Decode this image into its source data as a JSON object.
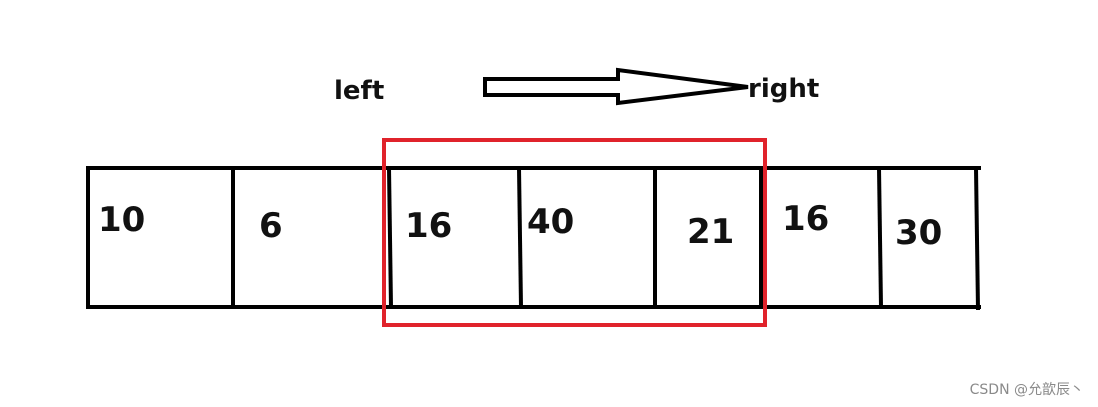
{
  "labels": {
    "left": "left",
    "right": "right"
  },
  "cells": [
    "10",
    "6",
    "16",
    "40",
    "21",
    "16",
    "30"
  ],
  "window": {
    "start_index": 2,
    "end_index": 4
  },
  "colors": {
    "line": "#000000",
    "window": "#e0232b",
    "text": "#111111"
  },
  "watermark": "CSDN @允歆辰丶"
}
